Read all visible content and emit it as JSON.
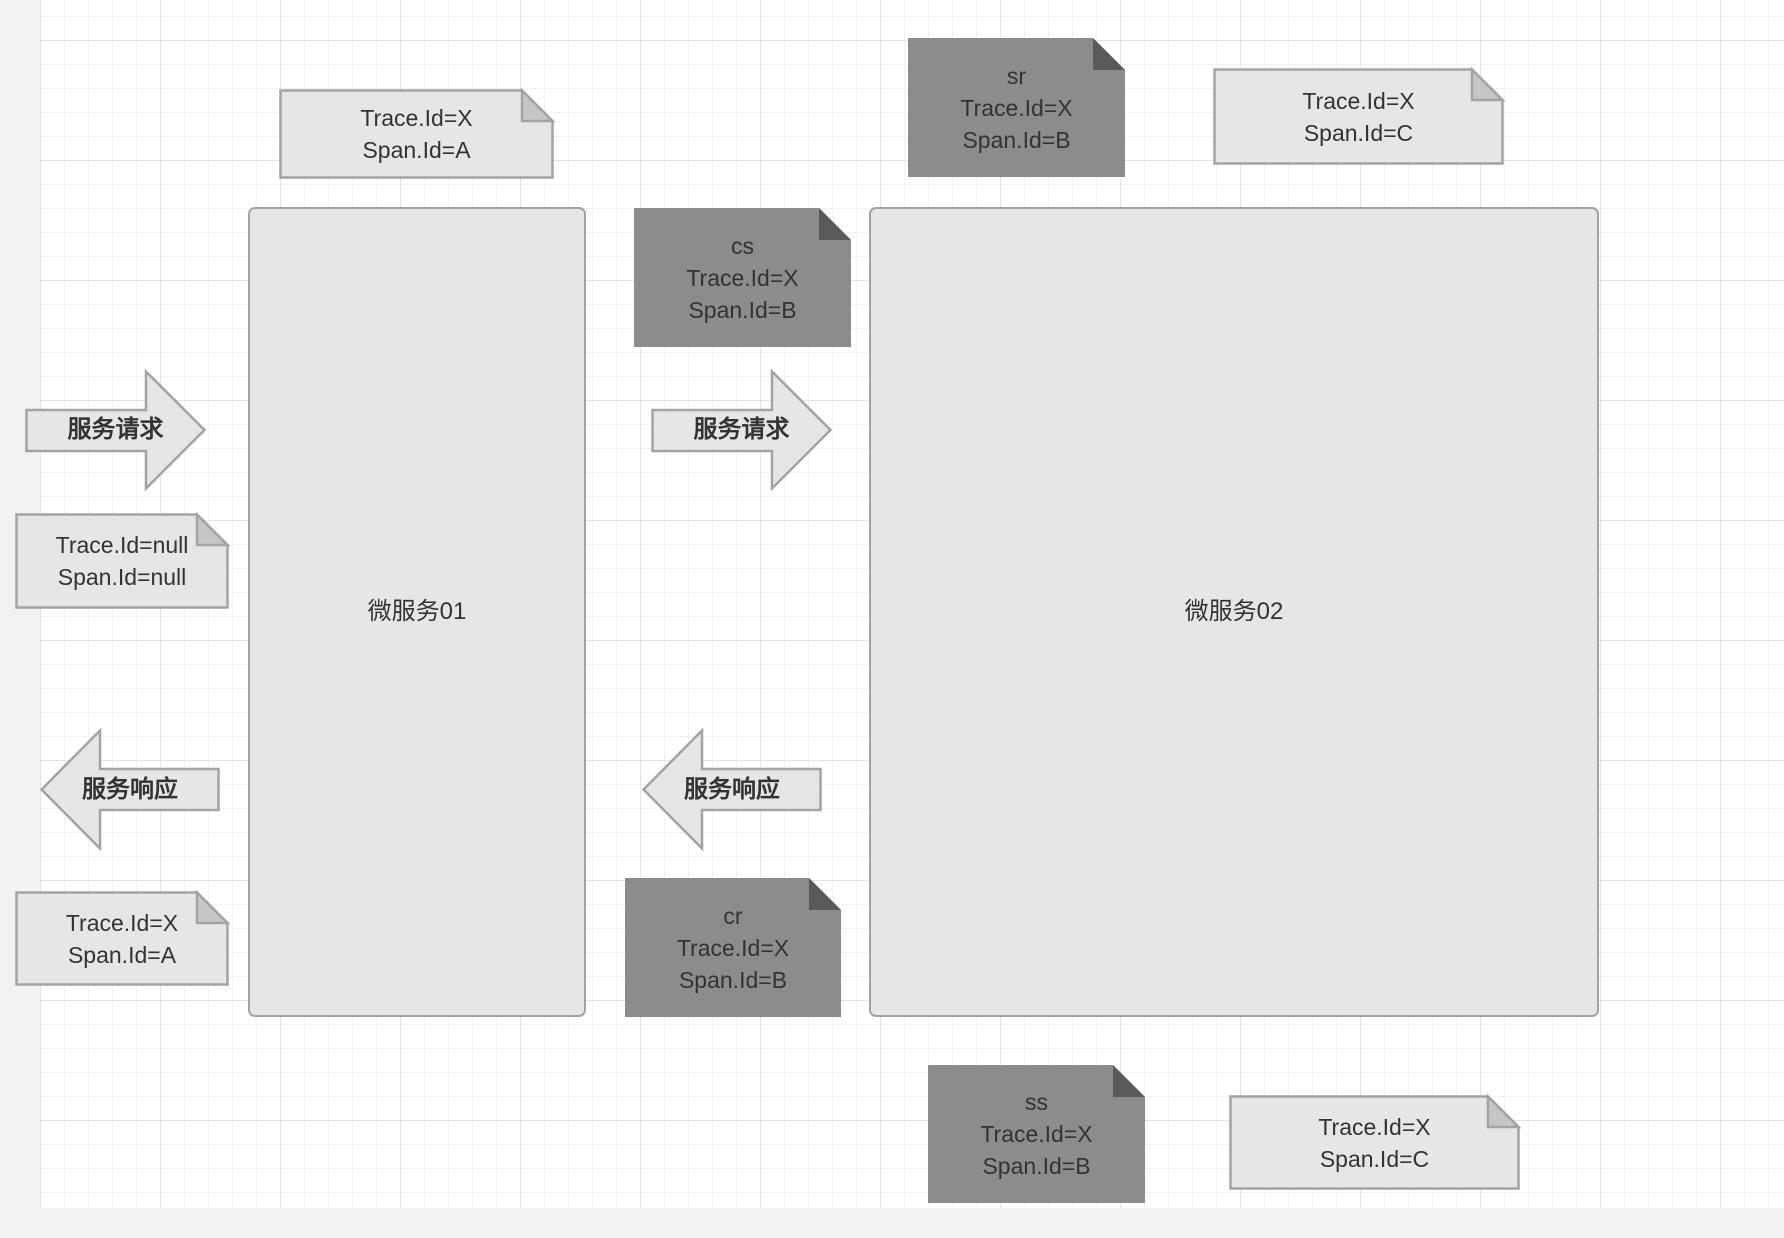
{
  "services": {
    "service_01": "微服务01",
    "service_02": "微服务02"
  },
  "arrows": {
    "request_incoming": "服务请求",
    "request_outgoing": "服务请求",
    "response_outgoing": "服务响应",
    "response_incoming": "服务响应"
  },
  "notes": {
    "ms01_span": [
      "Trace.Id=X",
      "Span.Id=A"
    ],
    "server_receive": [
      "sr",
      "Trace.Id=X",
      "Span.Id=B"
    ],
    "ms02_span_top": [
      "Trace.Id=X",
      "Span.Id=C"
    ],
    "client_send": [
      "cs",
      "Trace.Id=X",
      "Span.Id=B"
    ],
    "incoming_request": [
      "Trace.Id=null",
      "Span.Id=null"
    ],
    "outgoing_response": [
      "Trace.Id=X",
      "Span.Id=A"
    ],
    "client_receive": [
      "cr",
      "Trace.Id=X",
      "Span.Id=B"
    ],
    "server_send": [
      "ss",
      "Trace.Id=X",
      "Span.Id=B"
    ],
    "ms02_span_bottom": [
      "Trace.Id=X",
      "Span.Id=C"
    ]
  },
  "colors": {
    "canvas": "#ffffff",
    "light_fill": "#e6e6e6",
    "dark_fill": "#8c8c8c",
    "border": "#a3a3a3",
    "light_fold": "#c6c6c6",
    "dark_fold": "#5a5a5a",
    "text": "#333333"
  }
}
